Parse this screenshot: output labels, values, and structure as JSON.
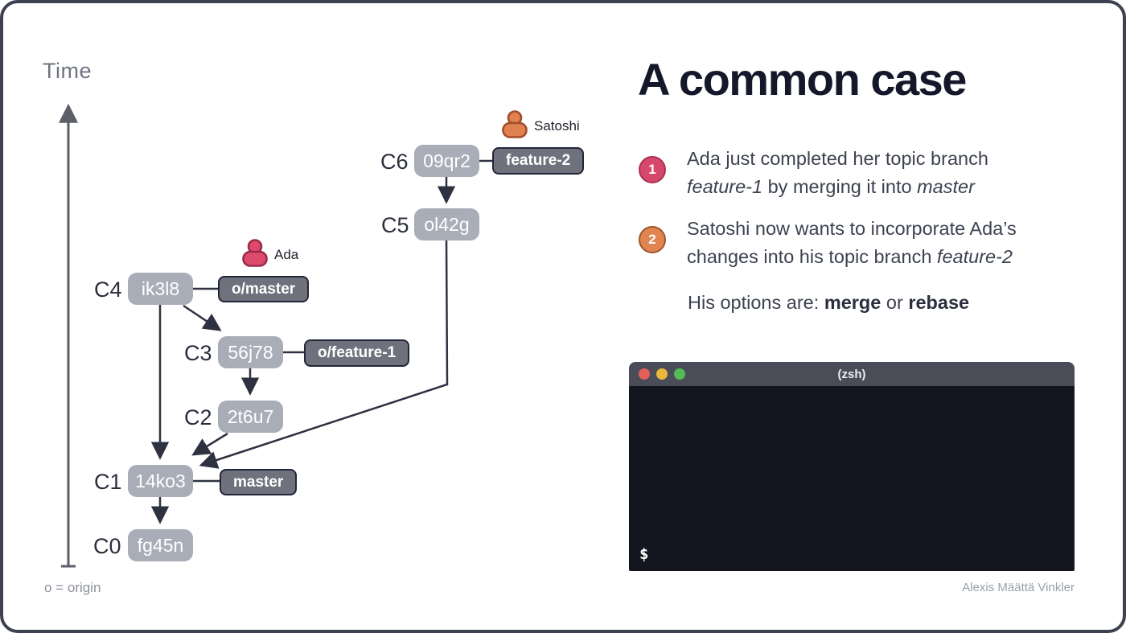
{
  "colors": {
    "slide_border": "#3d4150",
    "commit_fill": "#a8adb8",
    "branch_fill": "#6f727c",
    "branch_border": "#23263a",
    "arrow": "#2e3240",
    "axis_gray": "#5c5f69",
    "ada_fill": "#dd4a6b",
    "ada_border": "#9c2b4d",
    "satoshi_fill": "#e0814f",
    "satoshi_border": "#a14d2c",
    "point1_fill": "#d5476b",
    "point2_fill": "#e0854f",
    "terminal_titlebar": "#4a4d57",
    "terminal_body": "#13151f",
    "traffic_red": "#e2605a",
    "traffic_yellow": "#e9b73e",
    "traffic_green": "#53bb54"
  },
  "diagram": {
    "time_label": "Time",
    "origin_note": "o = origin",
    "commits": [
      {
        "label": "C6",
        "id": "09qr2"
      },
      {
        "label": "C5",
        "id": "ol42g"
      },
      {
        "label": "C4",
        "id": "ik3l8"
      },
      {
        "label": "C3",
        "id": "56j78"
      },
      {
        "label": "C2",
        "id": "2t6u7"
      },
      {
        "label": "C1",
        "id": "14ko3"
      },
      {
        "label": "C0",
        "id": "fg45n"
      }
    ],
    "branches": [
      {
        "label": "feature-2"
      },
      {
        "label": "o/master"
      },
      {
        "label": "o/feature-1"
      },
      {
        "label": "master"
      }
    ],
    "people": [
      {
        "name": "Satoshi"
      },
      {
        "name": "Ada"
      }
    ]
  },
  "content": {
    "title": "A common case",
    "points": [
      {
        "number": "1",
        "text1": "Ada just completed her topic branch ",
        "italic1": "feature-1",
        "text2": " by merging it into ",
        "italic2": "master"
      },
      {
        "number": "2",
        "text1": "Satoshi now wants to incorporate Ada’s changes into his topic branch ",
        "italic1": "feature-2",
        "text2": "",
        "italic2": ""
      }
    ],
    "options": {
      "text1": "His options are: ",
      "bold1": "merge",
      "text2": " or ",
      "bold2": "rebase"
    }
  },
  "terminal": {
    "title": "(zsh)",
    "prompt": "$"
  },
  "credit": "Alexis Määttä Vinkler"
}
